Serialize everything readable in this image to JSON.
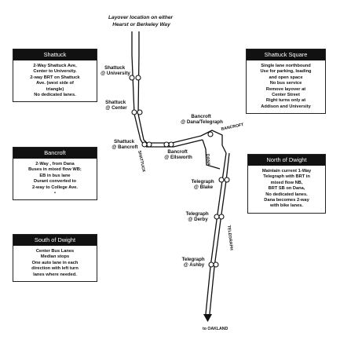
{
  "map": {
    "layover_note": [
      "Layover location on either",
      "Hearst or Berkeley Way"
    ],
    "destination": "to OAKLAND",
    "stops": [
      {
        "name": "shattuck-university",
        "lines": [
          "Shattuck",
          "@ University"
        ]
      },
      {
        "name": "shattuck-center",
        "lines": [
          "Shattuck",
          "@ Center"
        ]
      },
      {
        "name": "shattuck-bancroft",
        "lines": [
          "Shattuck",
          "@ Bancroft"
        ]
      },
      {
        "name": "bancroft-ellsworth",
        "lines": [
          "Bancroft",
          "@ Ellsworth"
        ]
      },
      {
        "name": "bancroft-dana-telegraph",
        "lines": [
          "Bancroft",
          "@ Dana/Telegraph"
        ]
      },
      {
        "name": "telegraph-blake",
        "lines": [
          "Telegraph",
          "@ Blake"
        ]
      },
      {
        "name": "telegraph-derby",
        "lines": [
          "Telegraph",
          "@ Derby"
        ]
      },
      {
        "name": "telegraph-ashby",
        "lines": [
          "Telegraph",
          "@ Ashby"
        ]
      }
    ],
    "streets": {
      "bancroft": "BANCROFT",
      "shattuck": "SHATTUCK",
      "dana": "DANA",
      "telegraph": "TELEGRAPH"
    }
  },
  "callouts": {
    "shattuck": {
      "title": "Shattuck",
      "lines": [
        "2-Way Shattuck Ave,",
        "Center to University.",
        "2-way BRT on Shattuck",
        "Ave. (west side of",
        "triangle)",
        "No dedicated lanes."
      ]
    },
    "bancroft": {
      "title": "Bancroft",
      "lines": [
        "2-Way , from Dana",
        "Buses in mixed flow WB;",
        "EB in bus lane",
        "Durant converted to",
        "2-way to College Ave.",
        "•"
      ]
    },
    "south_of_dwight": {
      "title": "South of Dwight",
      "lines": [
        "Center Bus Lanes",
        "Median stops",
        "One auto lane in each",
        "direction with left turn",
        "lanes where needed."
      ]
    },
    "shattuck_square": {
      "title": "Shattuck Square",
      "lines": [
        "Single lane northbound",
        "Use for parking, loading",
        "and open space",
        "No bus service",
        "Remove layover at",
        "Center Street",
        "Right turns only at",
        "Addison and University"
      ]
    },
    "north_of_dwight": {
      "title": "North of Dwight",
      "lines": [
        "Maintain current 1-Way",
        "Telegraph with BRT in",
        "mixed flow NB,",
        "BRT SB on Dana,",
        "No dedicated lanes.",
        "Dana  becomes 2-way",
        "with bike lanes."
      ]
    }
  }
}
